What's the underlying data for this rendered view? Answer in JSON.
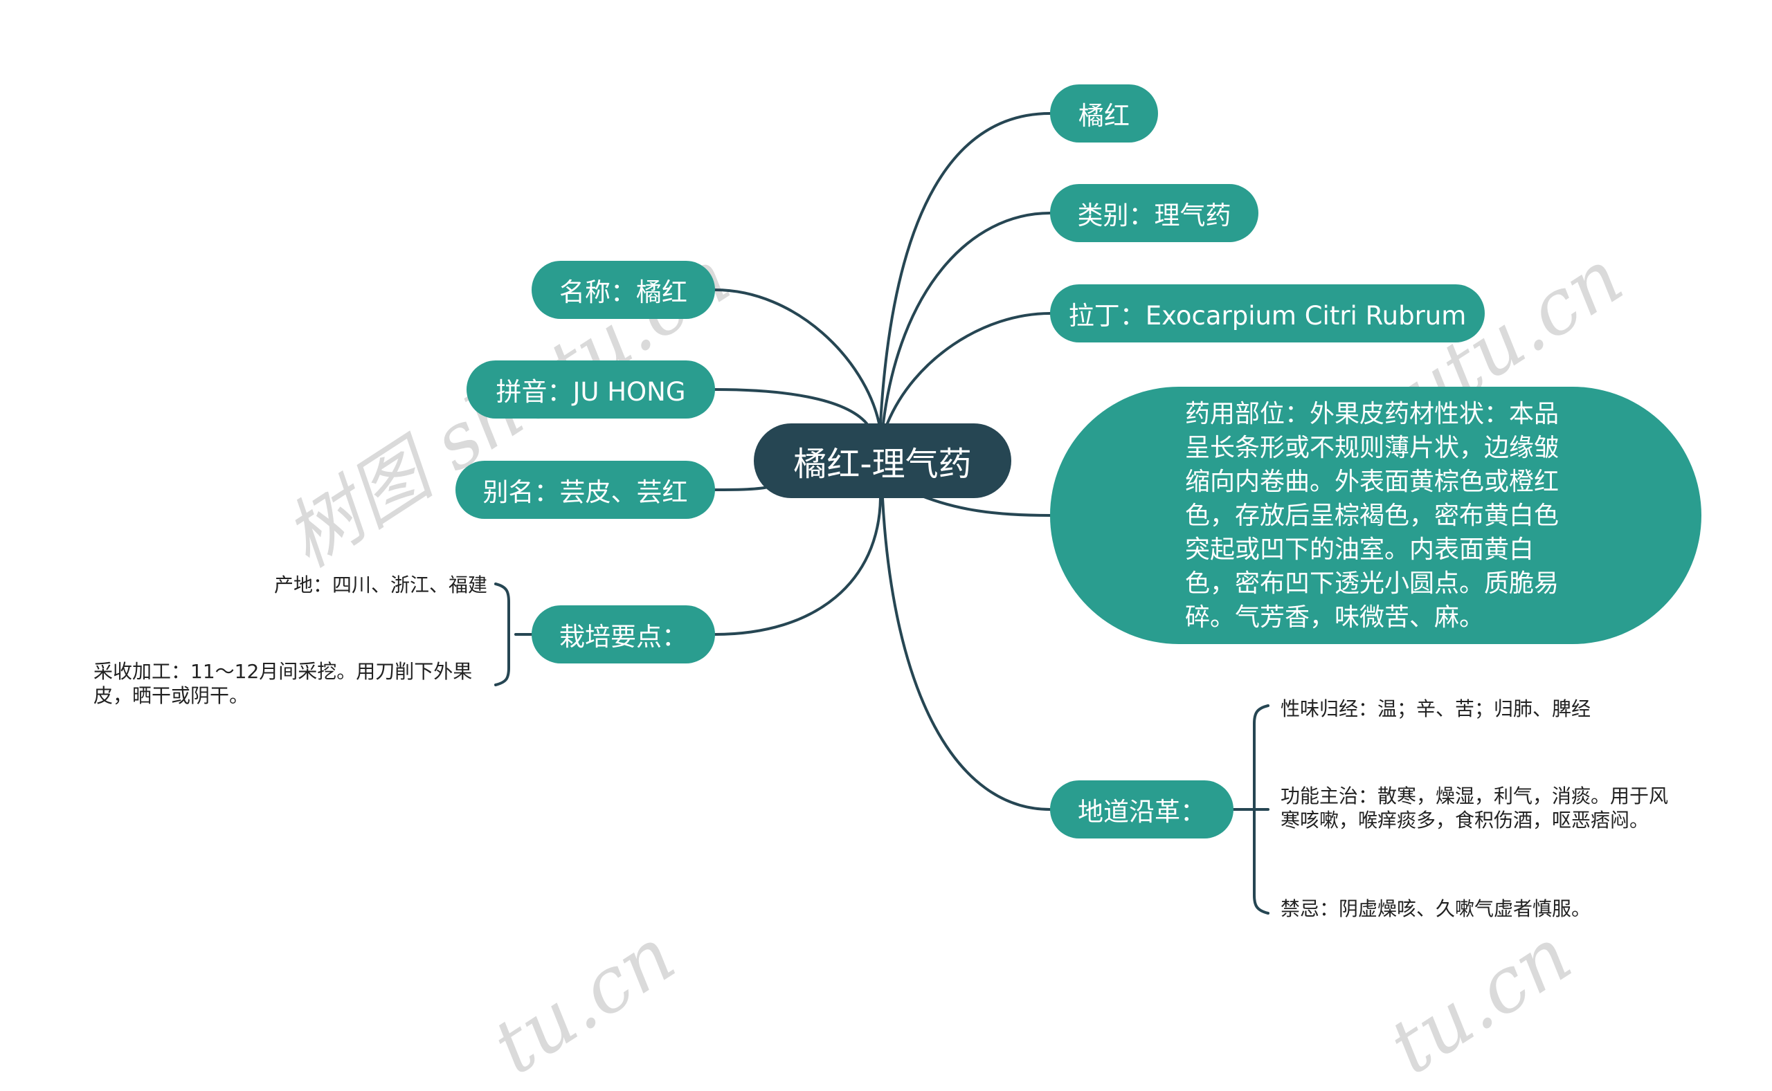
{
  "root": {
    "label": "橘红-理气药"
  },
  "right_topics": [
    {
      "label": "橘红"
    },
    {
      "label": "类别：理气药"
    },
    {
      "label": "拉丁：Exocarpium Citri Rubrum"
    },
    {
      "label": "药用部位：外果皮药材性状：本品呈长条形或不规则薄片状，边缘皱缩向内卷曲。外表面黄棕色或橙红色，存放后呈棕褐色，密布黄白色突起或凹下的油室。内表面黄白色，密布凹下透光小圆点。质脆易碎。气芳香，味微苦、麻。"
    },
    {
      "label": "地道沿革：",
      "children": [
        {
          "label": "性味归经：温；辛、苦；归肺、脾经"
        },
        {
          "label": "功能主治：散寒，燥湿，利气，消痰。用于风寒咳嗽，喉痒痰多，食积伤酒，呕恶痞闷。"
        },
        {
          "label": "禁忌：阴虚燥咳、久嗽气虚者慎服。"
        }
      ]
    }
  ],
  "left_topics": [
    {
      "label": "名称：橘红"
    },
    {
      "label": "拼音：JU HONG"
    },
    {
      "label": "别名：芸皮、芸红"
    },
    {
      "label": "栽培要点：",
      "children": [
        {
          "label": "产地：四川、浙江、福建"
        },
        {
          "label": "采收加工：11～12月间采挖。用刀削下外果皮，晒干或阴干。"
        }
      ]
    }
  ],
  "watermark": {
    "text_full": "树图 shutu.cn",
    "text_short": "tu.cn"
  },
  "colors": {
    "root": "#264653",
    "topic": "#2a9d8f",
    "line": "#264653",
    "text_dark": "#222222"
  }
}
